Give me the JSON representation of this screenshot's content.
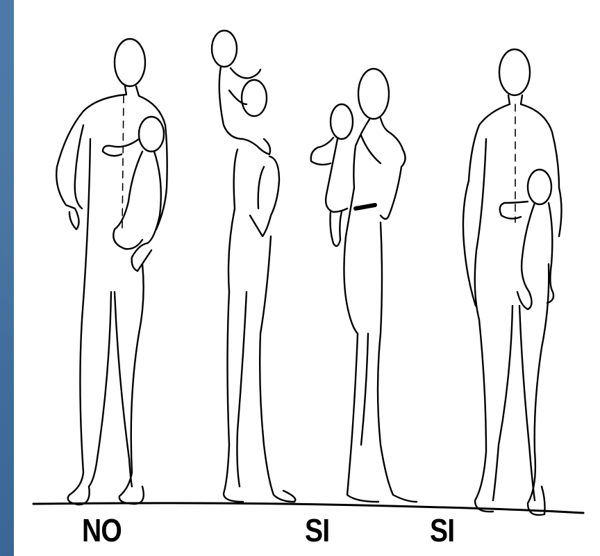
{
  "figures": [
    {
      "id": "figure-1",
      "label": "NO"
    },
    {
      "id": "figure-2",
      "label": ""
    },
    {
      "id": "figure-3",
      "label": "SI"
    },
    {
      "id": "figure-4",
      "label": "SI"
    }
  ],
  "colors": {
    "background": "#3f6e9c",
    "panel": "#ffffff",
    "ink": "#000000"
  }
}
